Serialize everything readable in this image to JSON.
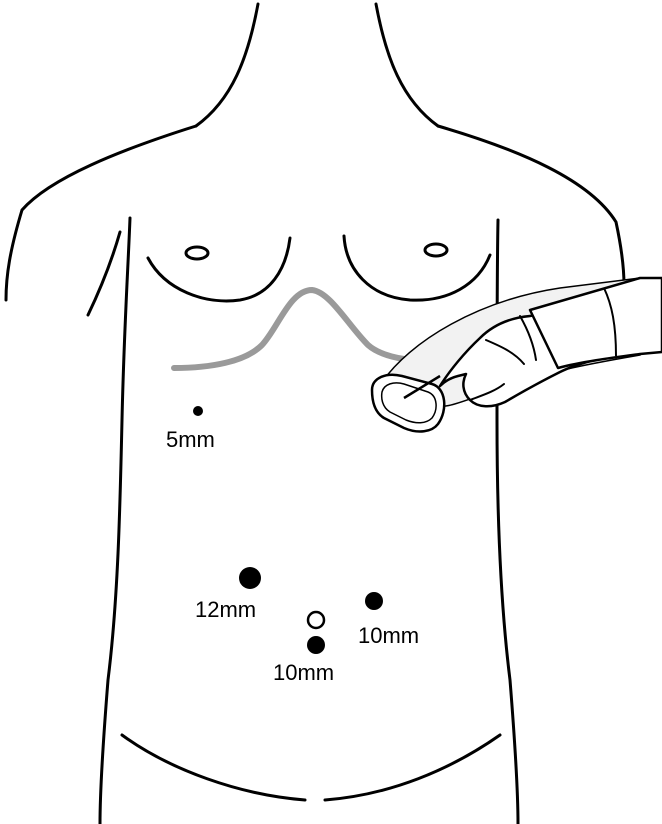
{
  "ports": [
    {
      "id": "port-5mm-upper",
      "label": "5mm",
      "filled": true
    },
    {
      "id": "port-12mm-left",
      "label": "12mm",
      "filled": true
    },
    {
      "id": "port-10mm-right",
      "label": "10mm",
      "filled": true
    },
    {
      "id": "port-10mm-lower",
      "label": "10mm",
      "filled": true
    },
    {
      "id": "port-umbilical-open",
      "label": "",
      "filled": false
    }
  ],
  "colors": {
    "outline": "#000000",
    "costal_margin": "#9a9a9a",
    "probe_sheath": "#f2f2f2",
    "background": "#ffffff"
  }
}
